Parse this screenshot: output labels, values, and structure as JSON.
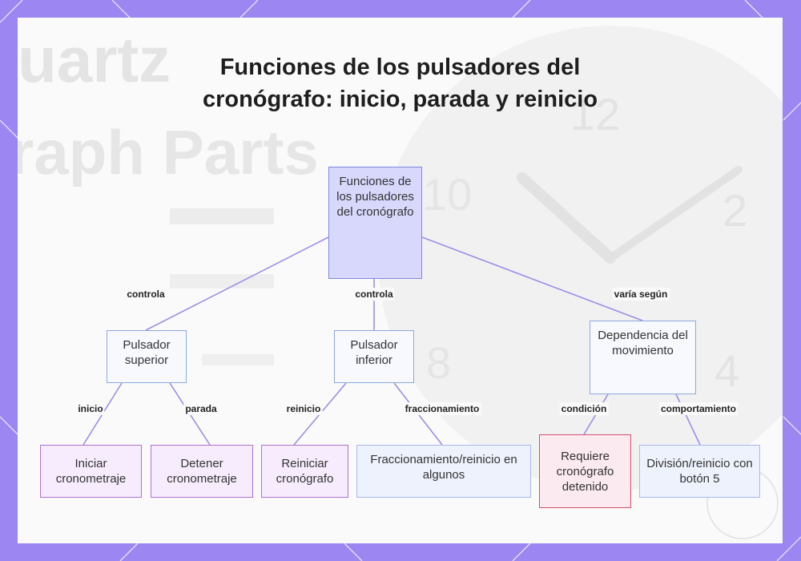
{
  "diagram": {
    "title": "Funciones de los pulsadores del cronógrafo: inicio, parada y reinicio",
    "nodes": {
      "root": "Funciones de los pulsadores del cronógrafo",
      "superior": "Pulsador superior",
      "inferior": "Pulsador inferior",
      "dependencia": "Dependencia del movimiento",
      "iniciar": "Iniciar cronometraje",
      "detener": "Detener cronometraje",
      "reiniciar": "Reiniciar cronógrafo",
      "fraccionamiento": "Fraccionamiento/reinicio en algunos",
      "requiere": "Requiere cronógrafo detenido",
      "division": "División/reinicio con botón 5"
    },
    "edges": {
      "root_superior": "controla",
      "root_inferior": "controla",
      "root_dependencia": "varía según",
      "superior_iniciar": "inicio",
      "superior_detener": "parada",
      "inferior_reiniciar": "reinicio",
      "inferior_fraccionamiento": "fraccionamiento",
      "dependencia_requiere": "condición",
      "dependencia_division": "comportamiento"
    },
    "background_text": {
      "word1": "uartz",
      "word2": "raph Parts",
      "dial_12": "12",
      "dial_10": "10",
      "dial_2": "2",
      "dial_8": "8",
      "dial_4": "4"
    },
    "colors": {
      "frame": "#9b86f2",
      "root_fill": "#d7d8fc",
      "edge": "#9e8ee6",
      "purple_border": "#b071cf",
      "red_border": "#d0506e"
    }
  }
}
